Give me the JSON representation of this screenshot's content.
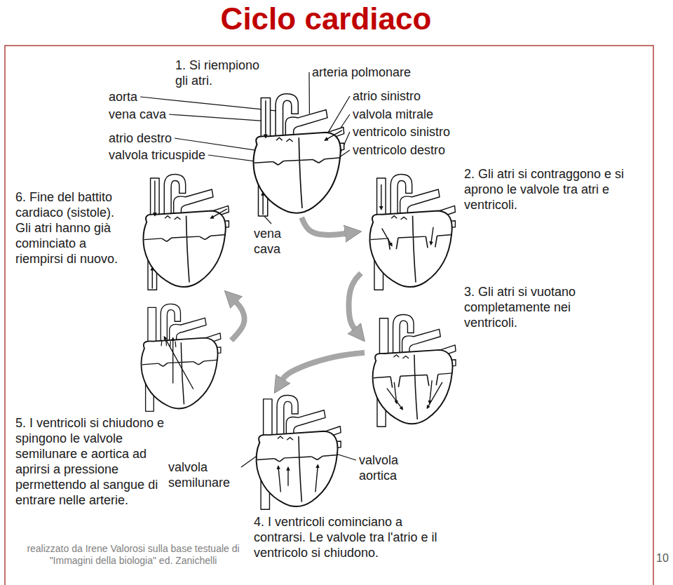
{
  "diagram": {
    "title": "Ciclo cardiaco",
    "nodes": [
      {
        "text": [
          "1. Si riempiono gli atri."
        ]
      },
      {
        "text": [
          "2. Gli atri si contraggono e si aprono le valvole tra atri e ventricoli."
        ]
      },
      {
        "text": [
          "3. Gli atri si vuotano completamente nei ventricoli."
        ]
      },
      {
        "text": [
          "4. I ventricoli cominciano a contrarsi. Le valvole tra l'atrio e il ventricolo si chiudono."
        ]
      },
      {
        "text": [
          "5. I ventricoli si chiudono e spingono le valvole semilunare e aortica ad aprirsi a pressione permettendo al sangue di entrare nelle arterie."
        ]
      },
      {
        "text": [
          "6. Fine del battito cardiaco (sistole). Gli atri hanno già cominciato a riempirsi di nuovo."
        ]
      }
    ],
    "edges": [
      {
        "from": 0,
        "to": 1,
        "arrow": "to"
      },
      {
        "from": 1,
        "to": 2,
        "arrow": "to"
      },
      {
        "from": 2,
        "to": 3,
        "arrow": "to"
      },
      {
        "from": 4,
        "to": 5,
        "arrow": "to"
      }
    ],
    "labels": [
      "aorta",
      "vena cava",
      "atrio destro",
      "valvola tricuspide",
      "arteria polmonare",
      "atrio sinistro",
      "valvola mitrale",
      "ventricolo sinistro",
      "ventricolo destro",
      "vena cava",
      "valvola semilunare",
      "valvola aortica",
      "realizzato da Irene Valorosi sulla base testuale di \"Immagini della biologia\" ed. Zanichelli",
      "10"
    ]
  }
}
